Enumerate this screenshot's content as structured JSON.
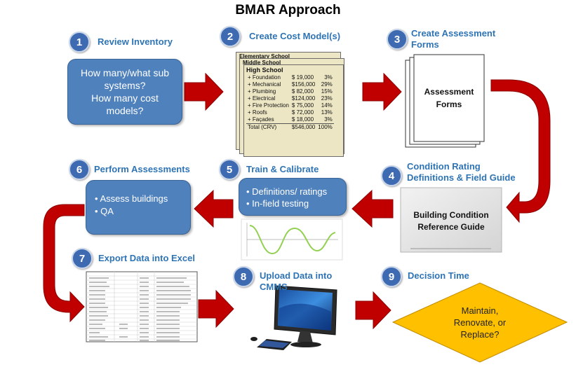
{
  "title": "BMAR Approach",
  "steps": [
    {
      "num": "1",
      "label": "Review Inventory",
      "box_lines": [
        "How many/what sub",
        "systems?",
        "How many cost",
        "models?"
      ]
    },
    {
      "num": "2",
      "label": "Create Cost Model(s)"
    },
    {
      "num": "3",
      "label_lines": [
        "Create Assessment",
        "Forms"
      ],
      "box_lines": [
        "Assessment",
        "Forms"
      ]
    },
    {
      "num": "4",
      "label_lines": [
        "Condition Rating",
        "Definitions & Field Guide"
      ],
      "box_lines": [
        "Building Condition",
        "Reference Guide"
      ]
    },
    {
      "num": "5",
      "label": "Train & Calibrate",
      "bullets": [
        "Definitions/ ratings",
        "In-field testing"
      ]
    },
    {
      "num": "6",
      "label": "Perform Assessments",
      "bullets": [
        "Assess buildings",
        "QA"
      ]
    },
    {
      "num": "7",
      "label": "Export Data into Excel"
    },
    {
      "num": "8",
      "label_lines": [
        "Upload Data into",
        "CMMS"
      ]
    },
    {
      "num": "9",
      "label": "Decision Time",
      "box_lines": [
        "Maintain,",
        "Renovate, or",
        "Replace?"
      ]
    }
  ],
  "cost_model": {
    "back_titles": [
      "Elementary School",
      "Middle School"
    ],
    "title": "High School",
    "rows": [
      {
        "item": "+ Foundation",
        "cost": "$ 19,000",
        "pct": "3%"
      },
      {
        "item": "+ Mechanical",
        "cost": "$156,000",
        "pct": "29%"
      },
      {
        "item": "+ Plumbing",
        "cost": "$ 82,000",
        "pct": "15%"
      },
      {
        "item": "+ Electrical",
        "cost": "$124,000",
        "pct": "23%"
      },
      {
        "item": "+ Fire Protection",
        "cost": "$ 75,000",
        "pct": "14%"
      },
      {
        "item": "+ Roofs",
        "cost": "$ 72,000",
        "pct": "13%"
      },
      {
        "item": "+ Façades",
        "cost": "$ 18,000",
        "pct": "3%"
      }
    ],
    "total": {
      "item": "Total (CRV)",
      "cost": "$546,000",
      "pct": "100%"
    }
  },
  "colors": {
    "arrow": "#c00000",
    "arrow_edge": "#8b0000",
    "step_label": "#2e74b5",
    "circle": "#3d6ab0",
    "blue_box": "#4f81bd",
    "diamond": "#ffc000",
    "sheet": "#ece6c4",
    "wave": "#92d050"
  },
  "icons": {
    "step7": "spreadsheet-icon",
    "step8": "computer-monitor-icon",
    "step5": "calibration-chart-icon"
  }
}
